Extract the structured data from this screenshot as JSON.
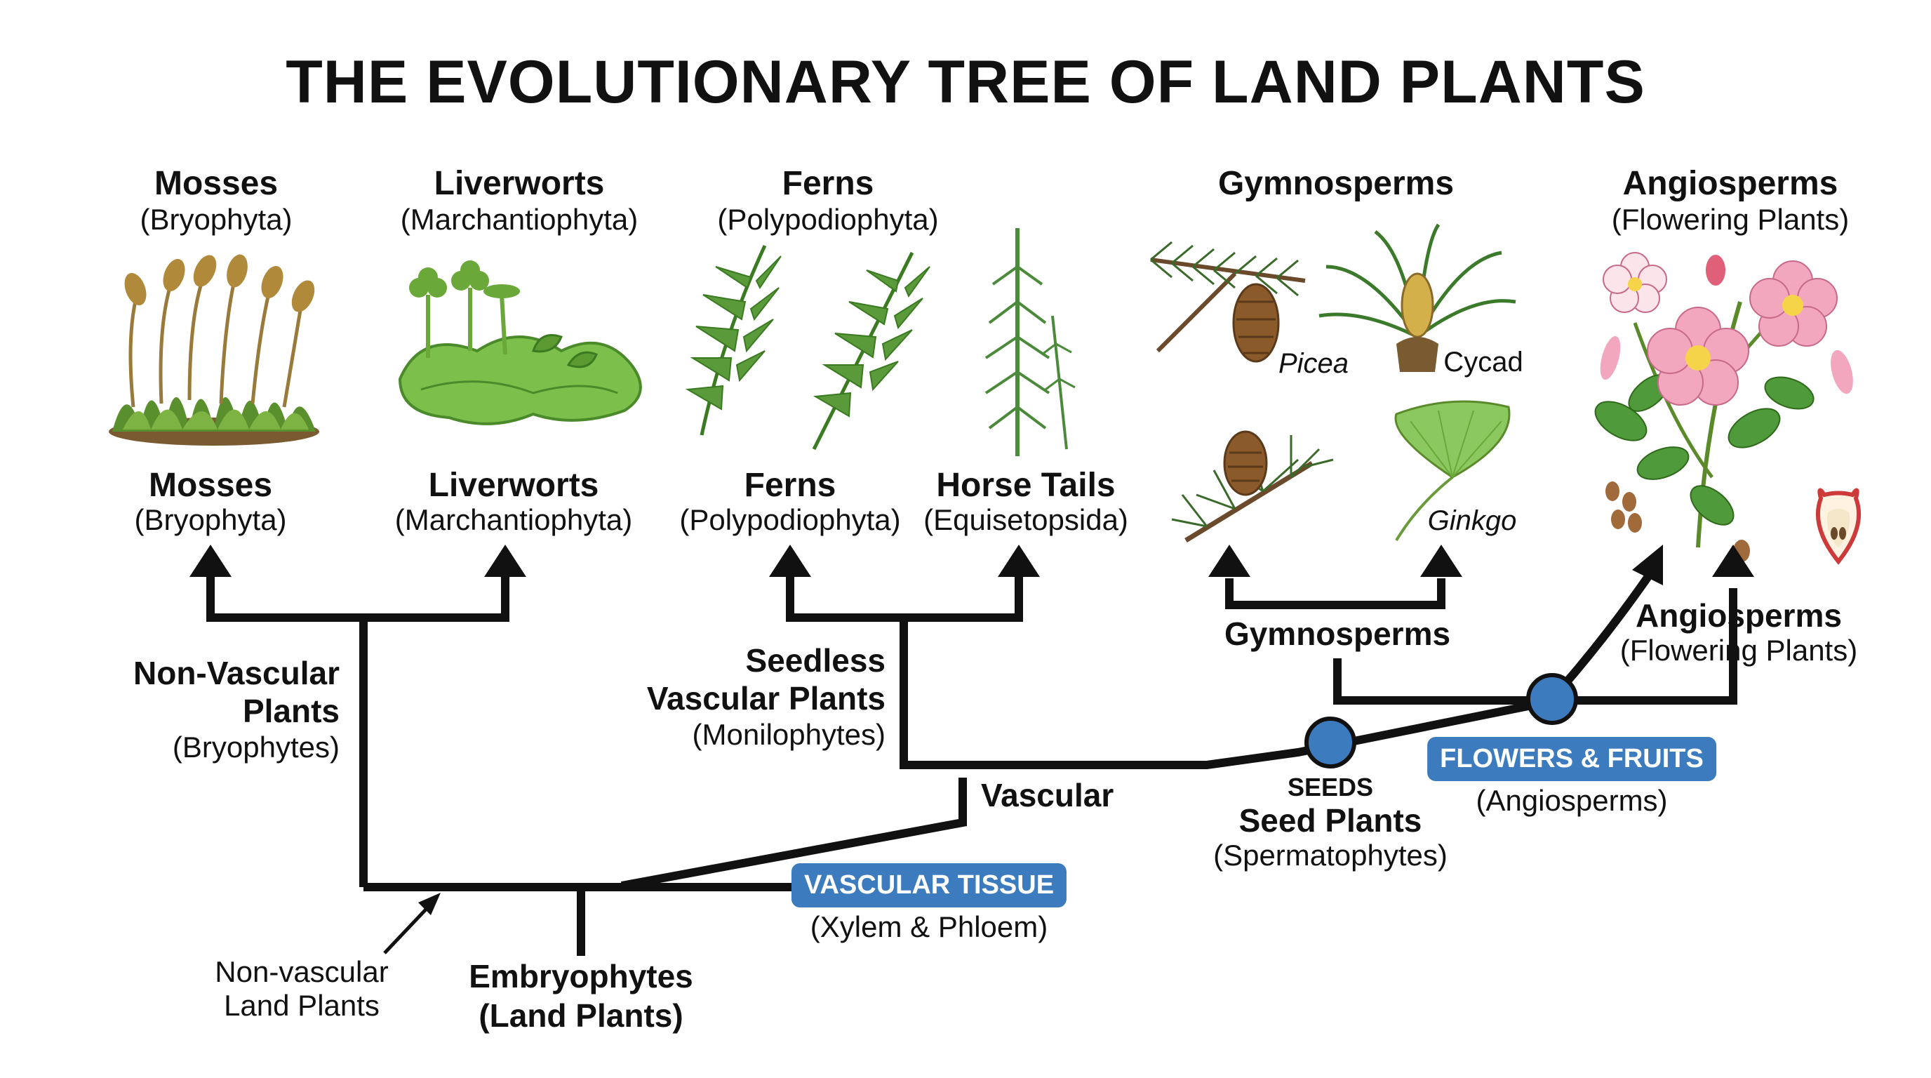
{
  "title": "THE EVOLUTIONARY TREE OF LAND PLANTS",
  "headers": {
    "mosses": {
      "name": "Mosses",
      "sci": "(Bryophyta)"
    },
    "liverworts": {
      "name": "Liverworts",
      "sci": "(Marchantiophyta)"
    },
    "ferns": {
      "name": "Ferns",
      "sci": "(Polypodiophyta)"
    },
    "gymnosperms": {
      "name": "Gymnosperms"
    },
    "angiosperms": {
      "name": "Angiosperms",
      "sci": "(Flowering Plants)"
    }
  },
  "tips": {
    "mosses": {
      "name": "Mosses",
      "sci": "(Bryophyta)"
    },
    "liverworts": {
      "name": "Liverworts",
      "sci": "(Marchantiophyta)"
    },
    "ferns": {
      "name": "Ferns",
      "sci": "(Polypodiophyta)"
    },
    "horsetails": {
      "name": "Horse Tails",
      "sci": "(Equisetopsida)"
    }
  },
  "gymno_examples": {
    "picea": "Picea",
    "cycad": "Cycad",
    "ginkgo": "Ginkgo"
  },
  "clades": {
    "nonvascular": {
      "line1": "Non-Vascular",
      "line2": "Plants",
      "sci": "(Bryophytes)"
    },
    "seedless": {
      "line1": "Seedless",
      "line2": "Vascular Plants",
      "sci": "(Monilophytes)"
    },
    "vascular": "Vascular",
    "gymnosperms": "Gymnosperms",
    "angiosperms": {
      "name": "Angiosperms",
      "sci": "(Flowering Plants)"
    },
    "seedplants": {
      "tag": "SEEDS",
      "name": "Seed Plants",
      "sci": "(Spermatophytes)"
    },
    "embryophytes": {
      "line1": "Embryophytes",
      "line2": "(Land Plants)"
    },
    "nonvascular_land": {
      "line1": "Non-vascular",
      "line2": "Land Plants"
    }
  },
  "badges": {
    "vascular_tissue": {
      "label": "VASCULAR TISSUE",
      "sub": "(Xylem & Phloem)"
    },
    "flowers_fruits": {
      "label": "FLOWERS & FRUITS",
      "sub": "(Angiosperms)"
    }
  },
  "colors": {
    "line": "#111111",
    "node": "#3d7bbf",
    "badge": "#3d7bbf",
    "leaf": "#5a9a3a",
    "leaf_light": "#8cc860",
    "cone": "#8a5a2b",
    "petal": "#f2a7be"
  }
}
